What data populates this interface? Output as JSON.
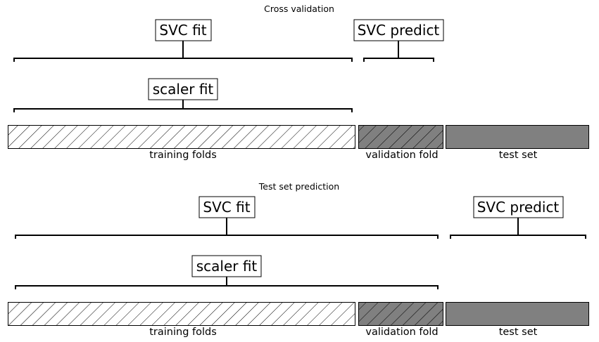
{
  "colors": {
    "line": "#000000",
    "training_fill": "#ffffff",
    "validation_fill": "#808080",
    "test_fill": "#808080",
    "background": "#ffffff"
  },
  "panels": [
    {
      "title": "Cross validation",
      "brackets": {
        "svc_fit": "SVC fit",
        "svc_predict": "SVC predict",
        "scaler_fit": "scaler fit"
      },
      "segments": {
        "training": "training folds",
        "validation": "validation fold",
        "test": "test set"
      }
    },
    {
      "title": "Test set prediction",
      "brackets": {
        "svc_fit": "SVC fit",
        "svc_predict": "SVC predict",
        "scaler_fit": "scaler fit"
      },
      "segments": {
        "training": "training folds",
        "validation": "validation fold",
        "test": "test set"
      }
    }
  ]
}
